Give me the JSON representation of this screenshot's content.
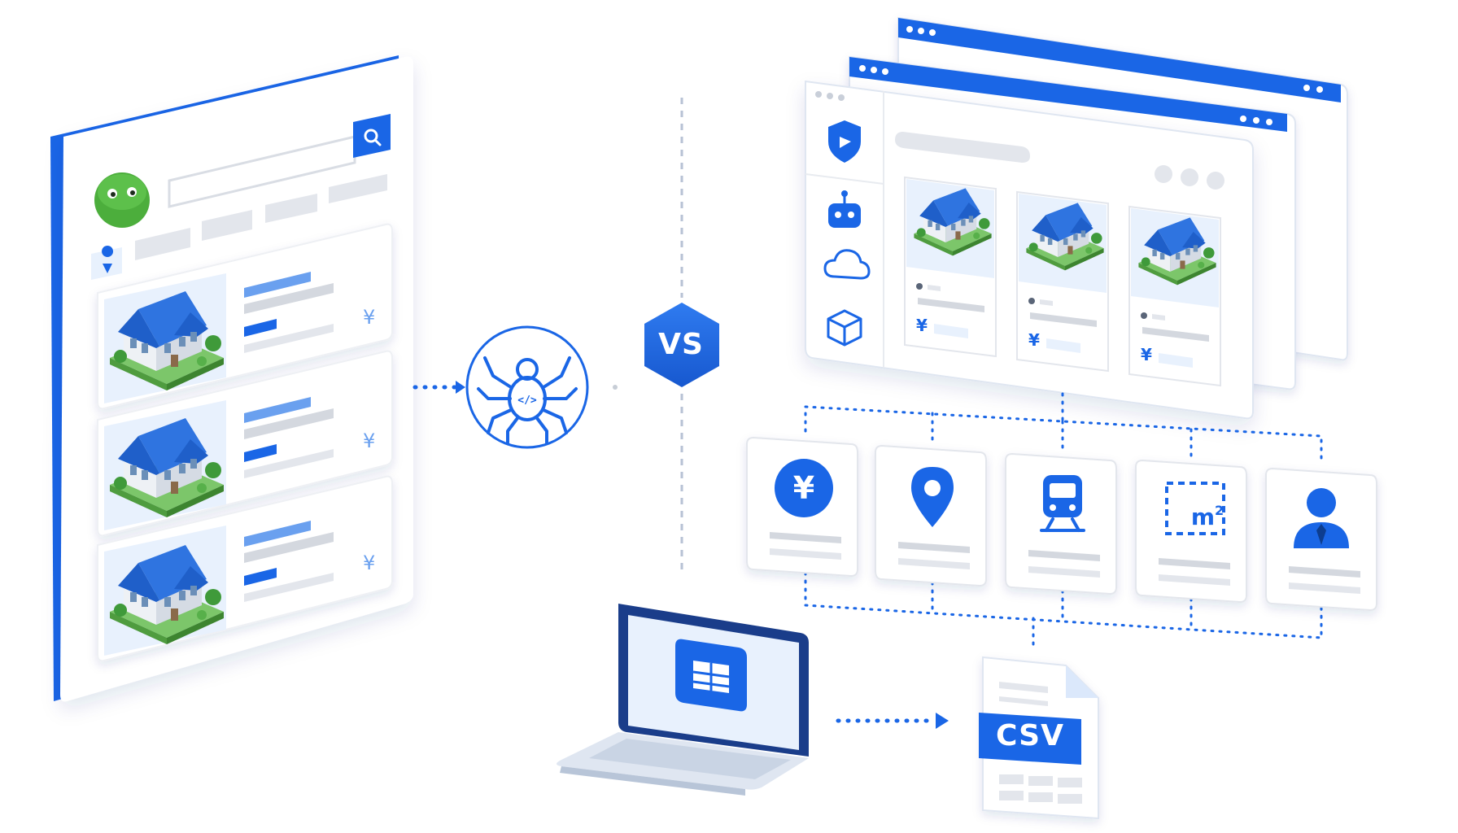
{
  "vs_label": "VS",
  "csv_label": "CSV",
  "currency_symbol": "¥",
  "area_unit": "m",
  "area_exponent": "2",
  "colors": {
    "accent": "#1a66e6",
    "accent_light": "#6aa0ef",
    "panel_bg": "#ffffff",
    "placeholder_gray": "#e3e6ec",
    "pale_blue": "#e8f1fd",
    "mascot_green": "#4cae3c"
  },
  "icons": {
    "scraper": "spider-code-icon",
    "search": "search-icon",
    "location": "location-pin-icon",
    "shield": "shield-icon",
    "robot": "robot-icon",
    "cloud": "cloud-icon",
    "box": "cube-icon",
    "price": "yen-coin-icon",
    "transit": "train-icon",
    "area": "floor-area-icon",
    "agent": "person-icon",
    "spreadsheet": "spreadsheet-icon"
  }
}
